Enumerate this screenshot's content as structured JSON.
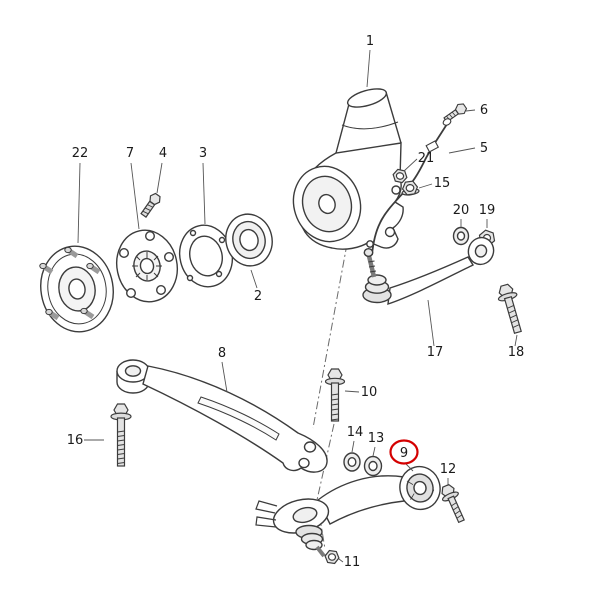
{
  "diagram": {
    "type": "exploded-parts-diagram",
    "subject": "rear-axle-wheel-carrier-and-control-arms",
    "highlighted_label": "9",
    "highlight_color": "#d40000",
    "line_color": "#3c3c3c",
    "labels": {
      "l1": "1",
      "l2": "2",
      "l3": "3",
      "l4": "4",
      "l5": "5",
      "l6": "6",
      "l7": "7",
      "l8": "8",
      "l9": "9",
      "l10": "10",
      "l11": "11",
      "l12": "12",
      "l13": "13",
      "l14": "14",
      "l15": "15",
      "l16": "16",
      "l17": "17",
      "l18": "18",
      "l19": "19",
      "l20": "20",
      "l21": "21",
      "l22": "22"
    }
  }
}
